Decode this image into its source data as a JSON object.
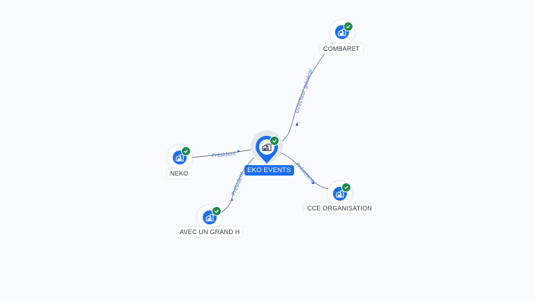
{
  "colors": {
    "background": "#f9fbfe",
    "primary": "#1a6ef0",
    "verified": "#1e8a4c",
    "edge": "#6b7280",
    "edge_label": "#4a6fd1"
  },
  "center_node": {
    "label": "EKO EVENTS",
    "icon": "building-icon",
    "verified": true
  },
  "nodes": [
    {
      "id": "combaret",
      "label": "COMBARET",
      "icon": "building-icon",
      "verified": true
    },
    {
      "id": "neko",
      "label": "NEKO",
      "icon": "building-icon",
      "verified": true
    },
    {
      "id": "avec-un-grand-h",
      "label": "AVEC UN GRAND H",
      "icon": "building-icon",
      "verified": true
    },
    {
      "id": "cce-organisation",
      "label": "CCE ORGANISATION",
      "icon": "building-icon",
      "verified": true
    }
  ],
  "edges": [
    {
      "from": "eko-events",
      "to": "combaret",
      "label": "Directeur général"
    },
    {
      "from": "neko",
      "to": "eko-events",
      "label": "Président"
    },
    {
      "from": "avec-un-grand-h",
      "to": "eko-events",
      "label": "Président"
    },
    {
      "from": "eko-events",
      "to": "cce-organisation",
      "label": "Président"
    }
  ]
}
